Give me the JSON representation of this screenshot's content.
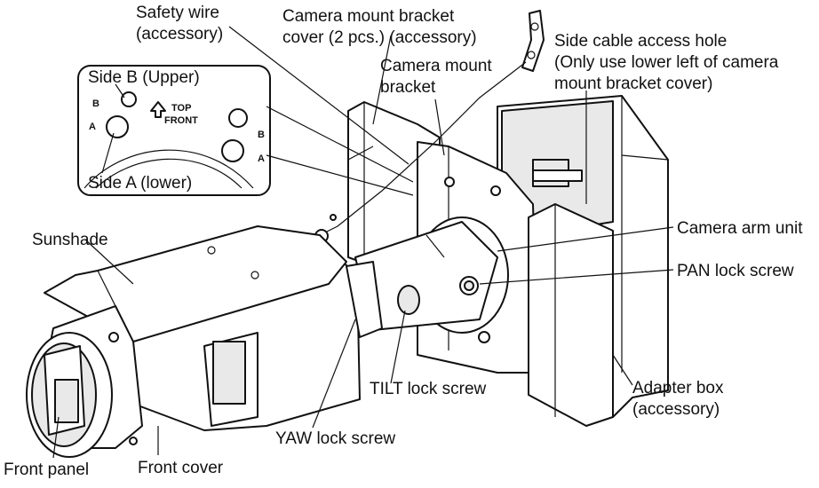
{
  "labels": {
    "safety_wire": [
      "Safety wire",
      "(accessory)"
    ],
    "bracket_cover": [
      "Camera mount bracket",
      "cover (2 pcs.) (accessory)"
    ],
    "mount_bracket": [
      "Camera mount",
      "bracket"
    ],
    "side_cable": [
      "Side cable access hole",
      "(Only use lower left of camera",
      "mount bracket cover)"
    ],
    "side_b": "Side B (Upper)",
    "side_a": "Side A (lower)",
    "sunshade": "Sunshade",
    "camera_arm": "Camera arm unit",
    "pan_lock": "PAN lock screw",
    "tilt_lock": "TILT lock screw",
    "adapter_box": [
      "Adapter box",
      "(accessory)"
    ],
    "yaw_lock": "YAW lock screw",
    "front_panel": "Front panel",
    "front_cover": "Front cover"
  },
  "markings": {
    "b": "B",
    "a": "A",
    "top": "TOP",
    "front": "FRONT"
  },
  "colors": {
    "line": "#111111",
    "fill": "#ffffff",
    "shade": "#e9e9e9",
    "dark": "#cfcfcf"
  }
}
